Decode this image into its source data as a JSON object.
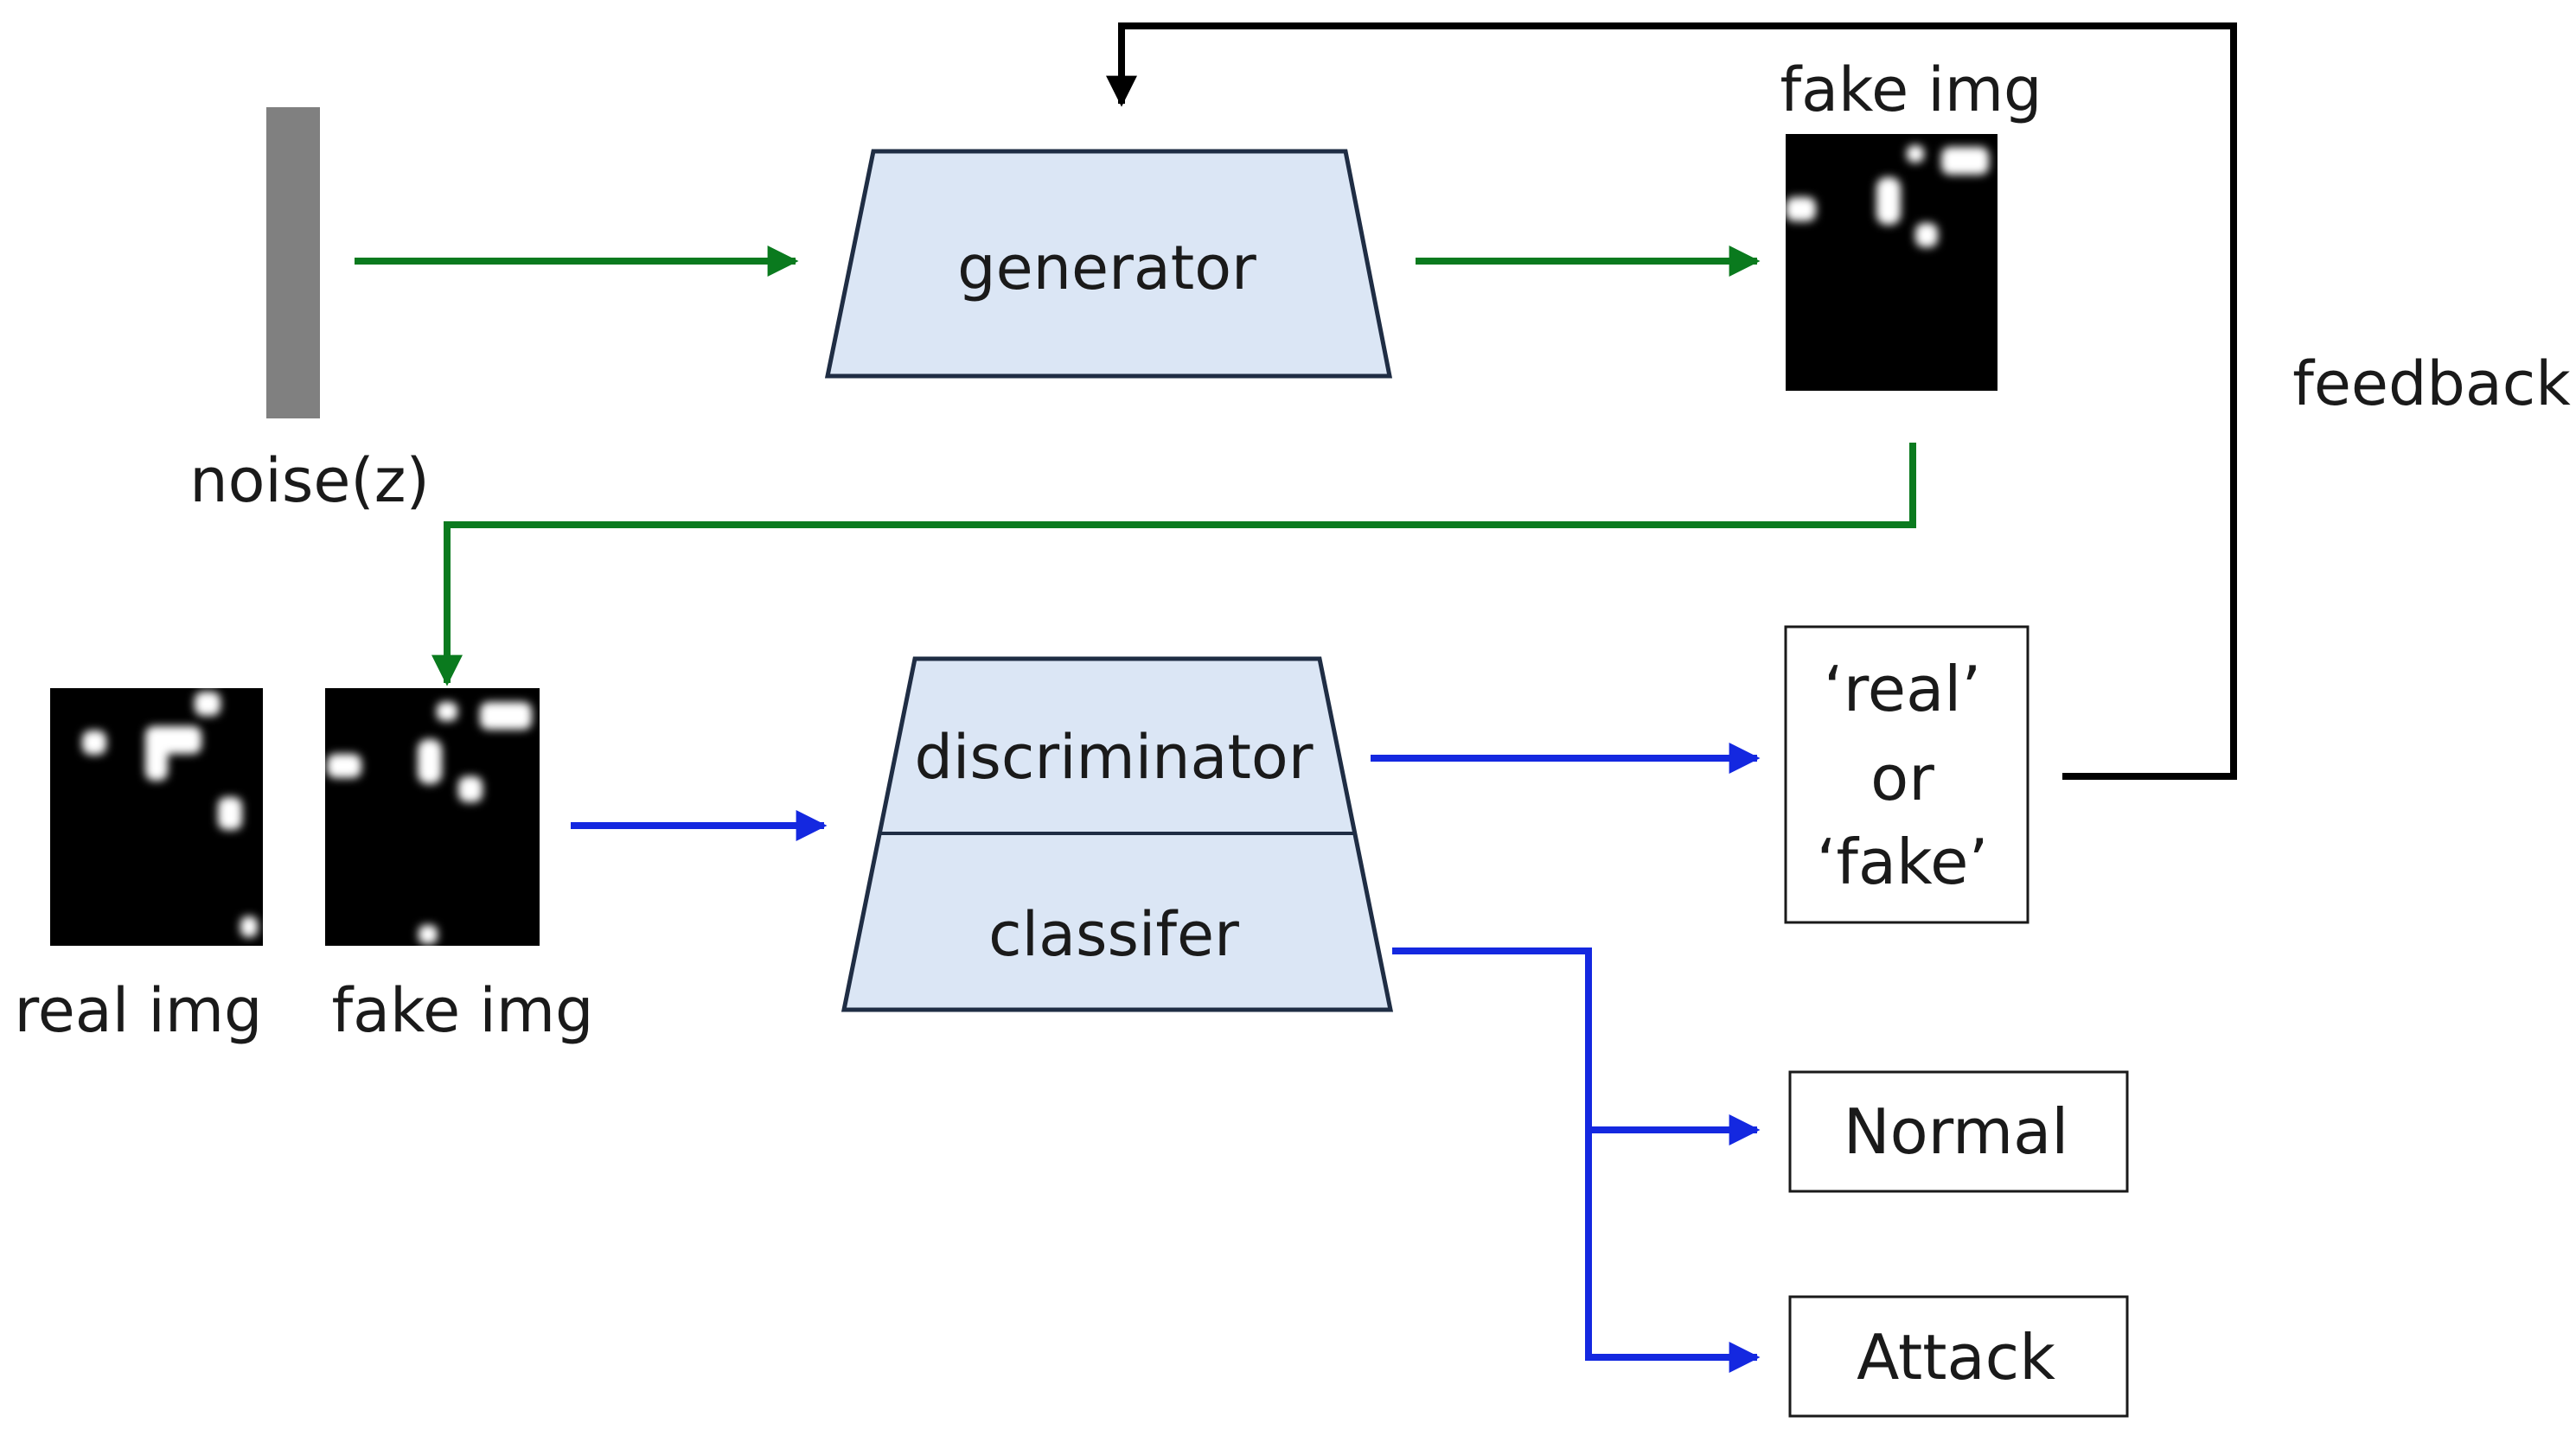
{
  "labels": {
    "noise": "noise(z)",
    "generator": "generator",
    "fake_img_top": "fake img",
    "feedback": "feedback",
    "real_img": "real img",
    "fake_img_bottom": "fake img",
    "discriminator": "discriminator",
    "classifier": "classifer",
    "real_or_fake_line1": "‘real’",
    "real_or_fake_line2": "or",
    "real_or_fake_line3": "‘fake’",
    "normal": "Normal",
    "attack": "Attack"
  },
  "colors": {
    "generator_flow": "#0a7a1e",
    "discriminator_flow": "#1428e0",
    "feedback_flow": "#000000",
    "block_fill": "#dbe6f5",
    "block_stroke": "#1f2d44",
    "noise_bar": "#808080",
    "image_bg": "#000000"
  }
}
